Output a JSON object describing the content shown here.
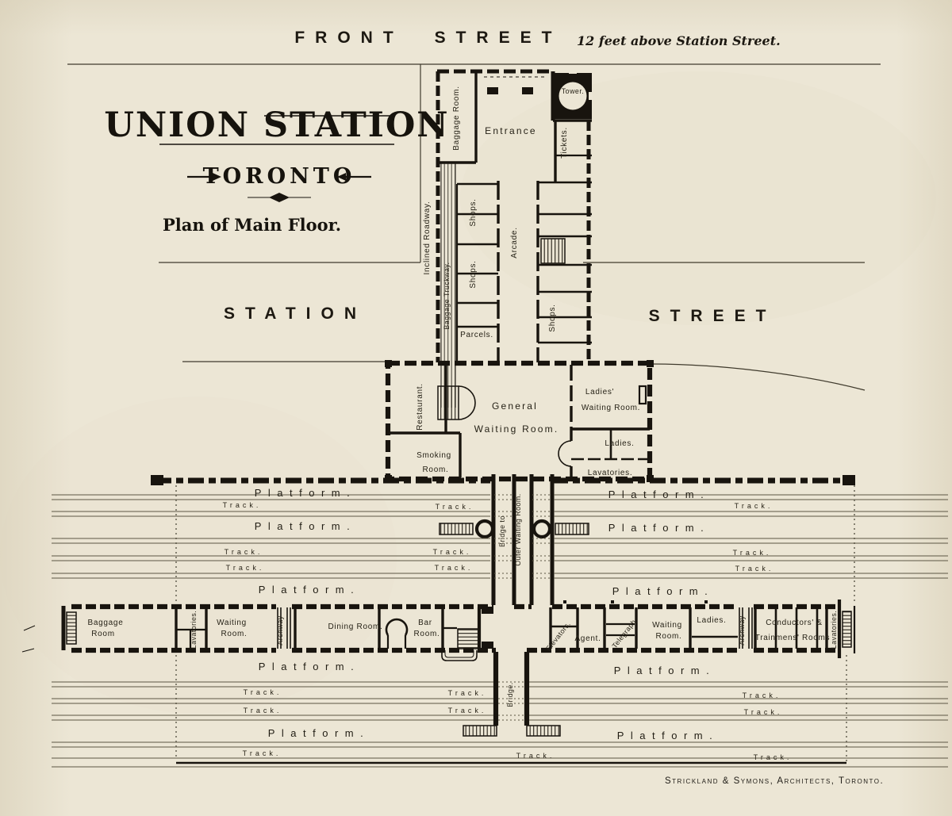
{
  "page": {
    "bg": "#ece6d5",
    "ink": "#18140e",
    "track_line": "#5c5644"
  },
  "streets": {
    "front": "FRONT",
    "front2": "STREET",
    "note": "12 feet above Station Street.",
    "station": "STATION",
    "street": "STREET"
  },
  "title": {
    "main": "UNION STATION",
    "city": "TORONTO",
    "plan": "Plan of Main Floor."
  },
  "labels": {
    "platform": "Platform.",
    "track": "Track."
  },
  "rooms": {
    "inclined_roadway": "Inclined Roadway.",
    "baggage_truckway": "Baggage Truckway.",
    "baggage_room": "Baggage Room.",
    "entrance": "Entrance",
    "tower": "Tower.",
    "tickets": "Tickets.",
    "shops": "Shops.",
    "arcade": "Arcade.",
    "parcels": "Parcels.",
    "restaurant": "Restaurant.",
    "general_waiting": [
      "General",
      "Waiting Room."
    ],
    "ladies_waiting": [
      "Ladies'",
      "Waiting Room."
    ],
    "ladies": "Ladies.",
    "lavatories": "Lavatories.",
    "smoking": [
      "Smoking",
      "Room."
    ],
    "bridge_note": [
      "Bridge to",
      "Outer Waiting Room."
    ],
    "bridge": "Bridge.",
    "baggage_lower": [
      "Baggage",
      "Room"
    ],
    "waiting_room": [
      "Waiting",
      "Room."
    ],
    "archway": "Archway",
    "dining": "Dining Room.",
    "bar": [
      "Bar",
      "Room."
    ],
    "elevators": "Elevators.",
    "agent": "Agent.",
    "telegraph": "Telegraph",
    "conductors": [
      "Conductors' &",
      "Trainmens' Rooms"
    ]
  },
  "credit": "Strickland & Symons, Architects, Toronto."
}
